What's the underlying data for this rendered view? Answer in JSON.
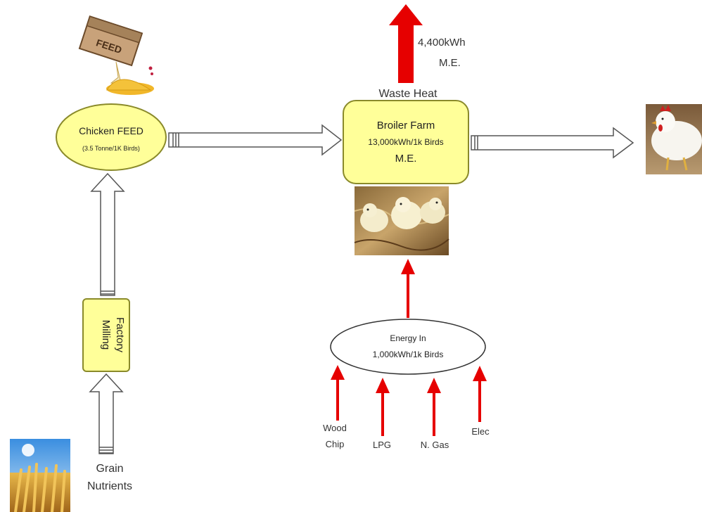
{
  "diagram": {
    "chicken_feed": {
      "title": "Chicken FEED",
      "subtitle": "(3.5 Tonne/1K Birds)"
    },
    "broiler_farm": {
      "title": "Broiler Farm",
      "line2": "13,000kWh/1k Birds",
      "line3": "M.E."
    },
    "milling_factory": {
      "line1": "Milling",
      "line2": "Factory"
    },
    "energy_in": {
      "line1": "Energy In",
      "line2": "1,000kWh/1k Birds"
    },
    "waste_heat": {
      "label": "Waste Heat",
      "value_line1": "4,400kWh",
      "value_line2": "M.E."
    },
    "grain": {
      "line1": "Grain",
      "line2": "Nutrients"
    },
    "energy_sources": [
      {
        "line1": "Wood",
        "line2": "Chip"
      },
      {
        "line1": "LPG",
        "line2": ""
      },
      {
        "line1": "N. Gas",
        "line2": ""
      },
      {
        "line1": "Elec",
        "line2": ""
      }
    ],
    "feed_bag_text": "FEED",
    "colors": {
      "node_fill": "#ffff99",
      "node_stroke": "#8a8a2a",
      "red_arrow": "#e60000",
      "hollow_arrow_stroke": "#555555"
    }
  }
}
